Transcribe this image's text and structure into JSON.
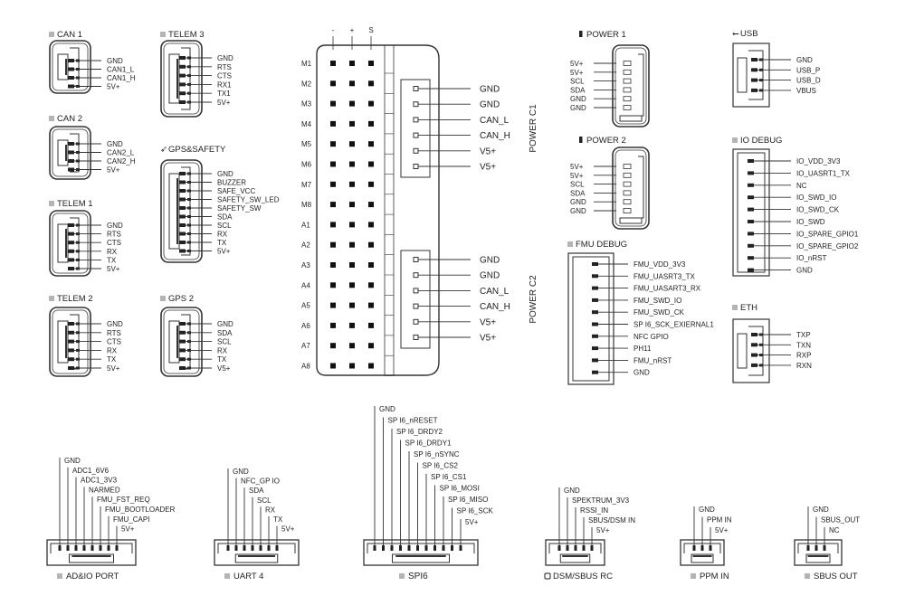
{
  "side_connectors": [
    {
      "id": "can1",
      "title": "CAN 1",
      "icon": "connector-icon",
      "pins": [
        "GND",
        "CAN1_L",
        "CAN1_H",
        "5V+"
      ]
    },
    {
      "id": "can2",
      "title": "CAN 2",
      "icon": "connector-icon",
      "pins": [
        "GND",
        "CAN2_L",
        "CAN2_H",
        "5V+"
      ]
    },
    {
      "id": "telem1",
      "title": "TELEM 1",
      "icon": "connector-icon",
      "pins": [
        "GND",
        "RTS",
        "CTS",
        "RX",
        "TX",
        "5V+"
      ]
    },
    {
      "id": "telem2",
      "title": "TELEM 2",
      "icon": "connector-icon",
      "pins": [
        "GND",
        "RTS",
        "CTS",
        "RX",
        "TX",
        "5V+"
      ]
    },
    {
      "id": "telem3",
      "title": "TELEM 3",
      "icon": "connector-icon",
      "pins": [
        "GND",
        "RTS",
        "CTS",
        "RX1",
        "TX1",
        "5V+"
      ]
    },
    {
      "id": "gps-safety",
      "title": "GPS&SAFETY",
      "icon": "gps-icon",
      "pins": [
        "GND",
        "BUZZER",
        "SAFE_VCC",
        "SAFETY_SW_LED",
        "SAFETY_SW",
        "SDA",
        "SCL",
        "RX",
        "TX",
        "5V+"
      ]
    },
    {
      "id": "gps2",
      "title": "GPS 2",
      "icon": "connector-icon",
      "pins": [
        "GND",
        "SDA",
        "SCL",
        "RX",
        "TX",
        "V5+"
      ]
    },
    {
      "id": "usb",
      "title": "USB",
      "icon": "usb-icon",
      "pins": [
        "GND",
        "USB_P",
        "USB_D",
        "VBUS"
      ]
    },
    {
      "id": "io-debug",
      "title": "IO DEBUG",
      "icon": "connector-icon",
      "pins": [
        "IO_VDD_3V3",
        "IO_UASRT1_TX",
        "NC",
        "IO_SWD_IO",
        "IO_SWD_CK",
        "IO_SWD",
        "IO_SPARE_GPIO1",
        "IO_SPARE_GPIO2",
        "IO_nRST",
        "GND"
      ]
    },
    {
      "id": "eth",
      "title": "ETH",
      "icon": "connector-icon",
      "pins": [
        "TXP",
        "TXN",
        "RXP",
        "RXN"
      ]
    },
    {
      "id": "fmu-debug",
      "title": "FMU DEBUG",
      "icon": "connector-icon",
      "pins": [
        "FMU_VDD_3V3",
        "FMU_UASRT3_TX",
        "FMU_UASART3_RX",
        "FMU_SWD_IO",
        "FMU_SWD_CK",
        "SP I6_SCK_EXIERNAL1",
        "NFC GPIO",
        "PH11",
        "FMU_nRST",
        "GND"
      ]
    },
    {
      "id": "power1",
      "title": "POWER 1",
      "icon": "battery-icon",
      "pins": [
        "5V+",
        "5V+",
        "SCL",
        "SDA",
        "GND",
        "GND"
      ]
    },
    {
      "id": "power2",
      "title": "POWER 2",
      "icon": "battery-icon",
      "pins": [
        "5V+",
        "5V+",
        "SCL",
        "SDA",
        "GND",
        "GND"
      ]
    }
  ],
  "bottom_connectors": [
    {
      "id": "adio",
      "title": "AD&IO PORT",
      "icon": "connector-icon",
      "pins": [
        "GND",
        "ADC1_6V6",
        "ADC1_3V3",
        "NARMED",
        "FMU_FST_REQ",
        "FMU_BOOTLOADER",
        "FMU_CAPI",
        "5V+"
      ]
    },
    {
      "id": "uart4",
      "title": "UART 4",
      "icon": "connector-icon",
      "pins": [
        "GND",
        "NFC_GP IO",
        "SDA",
        "SCL",
        "RX",
        "TX",
        "5V+"
      ]
    },
    {
      "id": "spi6",
      "title": "SPI6",
      "icon": "connector-icon",
      "pins": [
        "GND",
        "SP I6_nRESET",
        "SP I6_DRDY2",
        "SP I6_DRDY1",
        "SP I6_nSYNC",
        "SP I6_CS2",
        "SP I6_CS1",
        "SP I6_MOSI",
        "SP I6_MISO",
        "SP I6_SCK",
        "5V+"
      ]
    },
    {
      "id": "dsm",
      "title": "DSM/SBUS RC",
      "icon": "remote-icon",
      "pins": [
        "GND",
        "SPEKTRUM_3V3",
        "RSSI_IN",
        "SBUS/DSM IN",
        "5V+"
      ]
    },
    {
      "id": "ppm",
      "title": "PPM IN",
      "icon": "connector-icon",
      "pins": [
        "GND",
        "PPM IN",
        "5V+"
      ]
    },
    {
      "id": "sbusout",
      "title": "SBUS OUT",
      "icon": "connector-icon",
      "pins": [
        "GND",
        "SBUS_OUT",
        "NC"
      ]
    }
  ],
  "servo_rail": {
    "columns": [
      "-",
      "+",
      "S"
    ],
    "rows": [
      "M1",
      "M2",
      "M3",
      "M4",
      "M5",
      "M6",
      "M7",
      "M8",
      "A1",
      "A2",
      "A3",
      "A4",
      "A5",
      "A6",
      "A7",
      "A8"
    ],
    "power_c1": {
      "title": "POWER C1",
      "pins": [
        "GND",
        "GND",
        "CAN_L",
        "CAN_H",
        "V5+",
        "V5+"
      ]
    },
    "power_c2": {
      "title": "POWER C2",
      "pins": [
        "GND",
        "GND",
        "CAN_L",
        "CAN_H",
        "V5+",
        "V5+"
      ]
    }
  }
}
